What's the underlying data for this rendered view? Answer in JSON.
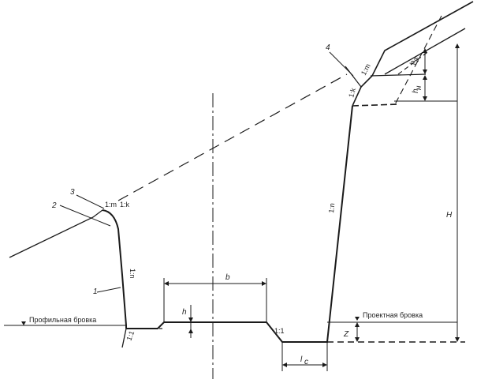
{
  "labels": {
    "profile_edge": "Профильная бровка",
    "design_edge": "Проектная бровка",
    "slope_n_left": "1:n",
    "slope_n_right": "1:n",
    "slope_m_left": "1:m",
    "slope_k_left": "1:k",
    "slope_m_right": "1:m",
    "slope_k_right": "1:k",
    "slope_1_1_left": "1:1",
    "slope_1_1_right": "1:1",
    "dim_b": "b",
    "dim_h": "h",
    "dim_H": "H",
    "dim_Z": "Z",
    "dim_lc": "l",
    "dim_lc_sub": "c",
    "dim_hb": "h",
    "dim_hb_sub": "в",
    "dim_hn": "h",
    "dim_hn_sub": "н",
    "callout_1": "1",
    "callout_2": "2",
    "callout_3": "3",
    "callout_4": "4"
  }
}
